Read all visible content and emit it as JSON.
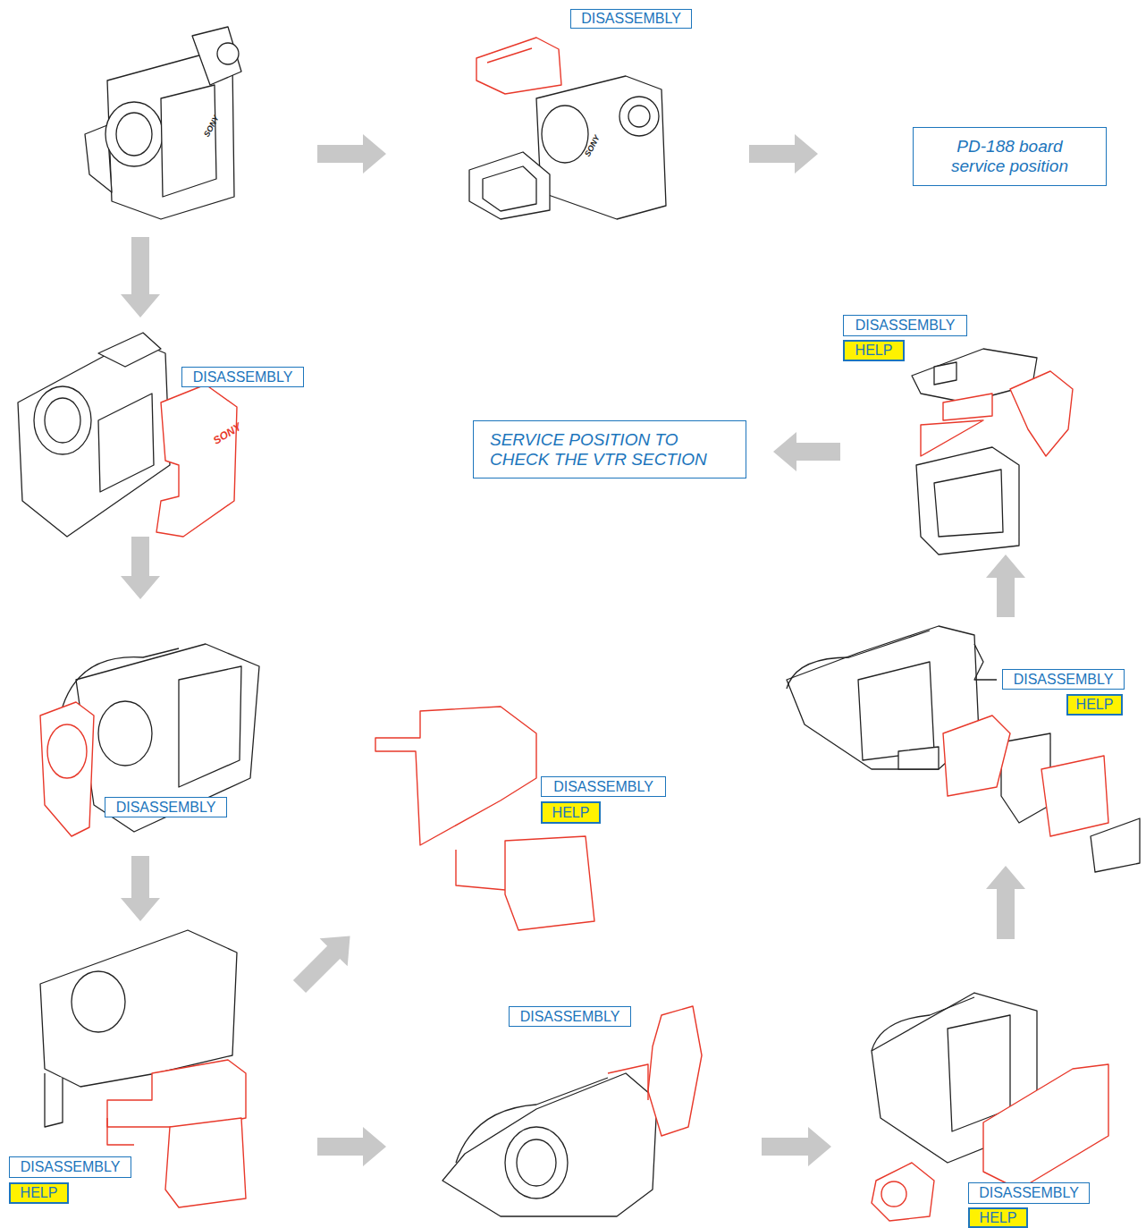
{
  "diagram": {
    "nodes": [
      {
        "text": [
          "DISASSEMBLY"
        ]
      },
      {
        "text": [
          "PD-188 board service position"
        ]
      },
      {
        "text": [
          "DISASSEMBLY"
        ]
      },
      {
        "text": [
          "HELP"
        ]
      },
      {
        "text": [
          "DISASSEMBLY"
        ]
      },
      {
        "text": [
          "SERVICE POSITION TO CHECK THE VTR SECTION"
        ]
      },
      {
        "text": [
          "DISASSEMBLY"
        ]
      },
      {
        "text": [
          "HELP"
        ]
      },
      {
        "text": [
          "DISASSEMBLY"
        ]
      },
      {
        "text": [
          "HELP"
        ]
      },
      {
        "text": [
          "DISASSEMBLY"
        ]
      },
      {
        "text": [
          "DISASSEMBLY"
        ]
      },
      {
        "text": [
          "DISASSEMBLY"
        ]
      },
      {
        "text": [
          "HELP"
        ]
      },
      {
        "text": [
          "DISASSEMBLY"
        ]
      },
      {
        "text": [
          "HELP"
        ]
      }
    ],
    "labels": [
      "SONY",
      "SONY",
      "SONY"
    ]
  }
}
